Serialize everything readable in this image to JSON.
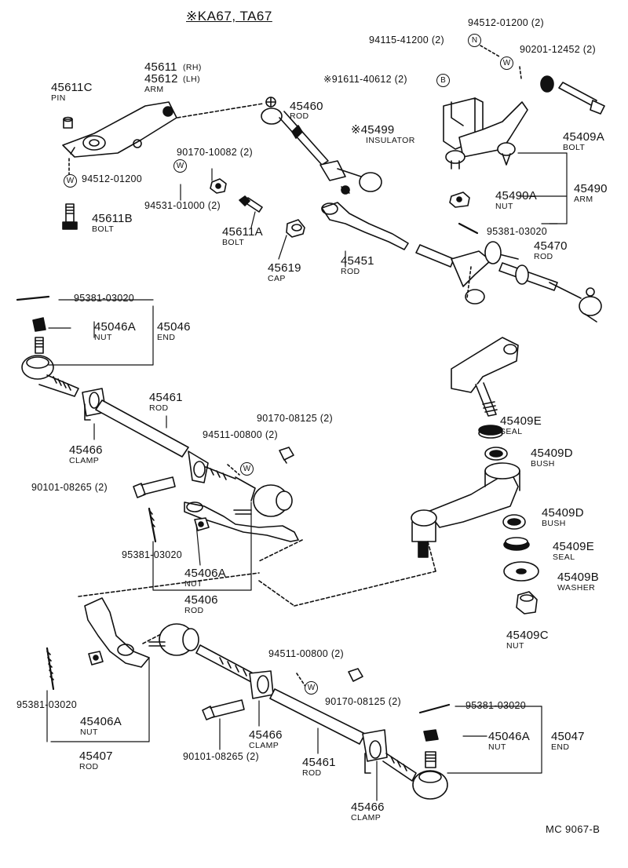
{
  "header": {
    "models": "※KA67, TA67"
  },
  "symbols": {
    "washer": "W",
    "nut": "N",
    "bolt": "B"
  },
  "labels": {
    "p45611c": {
      "pn": "45611C",
      "nm": "PIN"
    },
    "p45611": {
      "pn1": "45611",
      "s1": "(RH)",
      "pn2": "45612",
      "s2": "(LH)",
      "nm": "ARM"
    },
    "r94512_top": "94512-01200 (2)",
    "r94115": "94115-41200 (2)",
    "r90201": "90201-12452 (2)",
    "r91611": "※91611-40612 (2)",
    "p45460": {
      "pn": "45460",
      "nm": "ROD"
    },
    "p45499": {
      "pn": "※45499",
      "nm": "INSULATOR"
    },
    "p45409a": {
      "pn": "45409A",
      "nm": "BOLT"
    },
    "r90170_10082": "90170-10082 (2)",
    "r94512_left": "94512-01200",
    "r94531": "94531-01000 (2)",
    "p45490a": {
      "pn": "45490A",
      "nm": "NUT"
    },
    "p45490": {
      "pn": "45490",
      "nm": "ARM"
    },
    "p45611b": {
      "pn": "45611B",
      "nm": "BOLT"
    },
    "p45611a": {
      "pn": "45611A",
      "nm": "BOLT"
    },
    "r95381_a": "95381-03020",
    "p45470": {
      "pn": "45470",
      "nm": "ROD"
    },
    "p45451": {
      "pn": "45451",
      "nm": "ROD"
    },
    "p45619": {
      "pn": "45619",
      "nm": "CAP"
    },
    "r95381_b": "95381-03020",
    "p45046a": {
      "pn": "45046A",
      "nm": "NUT"
    },
    "p45046": {
      "pn": "45046",
      "nm": "END"
    },
    "p45461_top": {
      "pn": "45461",
      "nm": "ROD"
    },
    "r90170_08125_a": "90170-08125 (2)",
    "r94511_a": "94511-00800 (2)",
    "p45466_a": {
      "pn": "45466",
      "nm": "CLAMP"
    },
    "r90101_a": "90101-08265 (2)",
    "p45409e_a": {
      "pn": "45409E",
      "nm": "SEAL"
    },
    "p45409d_a": {
      "pn": "45409D",
      "nm": "BUSH"
    },
    "p45409d_b": {
      "pn": "45409D",
      "nm": "BUSH"
    },
    "p45409e_b": {
      "pn": "45409E",
      "nm": "SEAL"
    },
    "p45409b": {
      "pn": "45409B",
      "nm": "WASHER"
    },
    "p45409c": {
      "pn": "45409C",
      "nm": "NUT"
    },
    "r95381_c": "95381-03020",
    "p45406a_a": {
      "pn": "45406A",
      "nm": "NUT"
    },
    "p45406": {
      "pn": "45406",
      "nm": "ROD"
    },
    "r94511_b": "94511-00800 (2)",
    "r90170_08125_b": "90170-08125 (2)",
    "r95381_d": "95381-03020",
    "r95381_e": "95381-03020",
    "p45406a_b": {
      "pn": "45406A",
      "nm": "NUT"
    },
    "p45407": {
      "pn": "45407",
      "nm": "ROD"
    },
    "r90101_b": "90101-08265 (2)",
    "p45466_b": {
      "pn": "45466",
      "nm": "CLAMP"
    },
    "p45461_bot": {
      "pn": "45461",
      "nm": "ROD"
    },
    "p45046a_b": {
      "pn": "45046A",
      "nm": "NUT"
    },
    "p45047": {
      "pn": "45047",
      "nm": "END"
    },
    "p45466_c": {
      "pn": "45466",
      "nm": "CLAMP"
    }
  },
  "footer": {
    "code": "MC 9067-B"
  }
}
